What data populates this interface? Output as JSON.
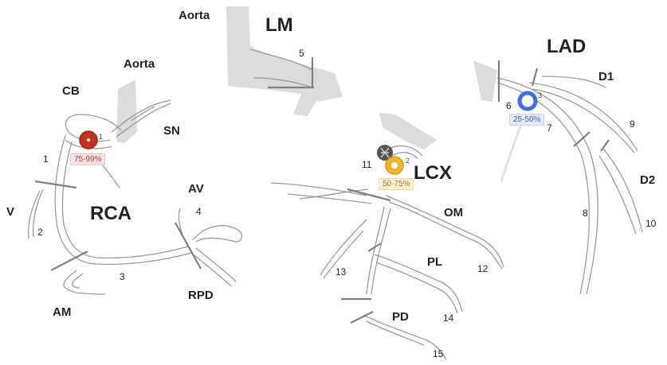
{
  "labels": {
    "aorta_top": "Aorta",
    "lm": "LM",
    "aorta_left": "Aorta",
    "lad": "LAD",
    "cb": "CB",
    "sn": "SN",
    "rca": "RCA",
    "v": "V",
    "av": "AV",
    "am": "AM",
    "rpd": "RPD",
    "d1": "D1",
    "d2": "D2",
    "lcx": "LCX",
    "om": "OM",
    "pl": "PL",
    "pd": "PD"
  },
  "segments": {
    "s1": "1",
    "s2": "2",
    "s3": "3",
    "s4": "4",
    "s5": "5",
    "s6": "6",
    "s7": "7",
    "s8": "8",
    "s9": "9",
    "s10": "10",
    "s11": "11",
    "s12": "12",
    "s13": "13",
    "s14": "14",
    "s15": "15"
  },
  "lesions": [
    {
      "segment": "1",
      "stenosis": "75-99%",
      "color": "#c0311f"
    },
    {
      "segment": "2",
      "stenosis": "50-75%",
      "color": "#f2b530"
    },
    {
      "segment": "3",
      "stenosis": "25-50%",
      "color": "#3f6fe3"
    }
  ],
  "colors": {
    "vessel_stroke": "#9a9a9a",
    "aorta_fill": "#d9d9d9",
    "tick": "#808080",
    "stent_marker": "#555555"
  }
}
